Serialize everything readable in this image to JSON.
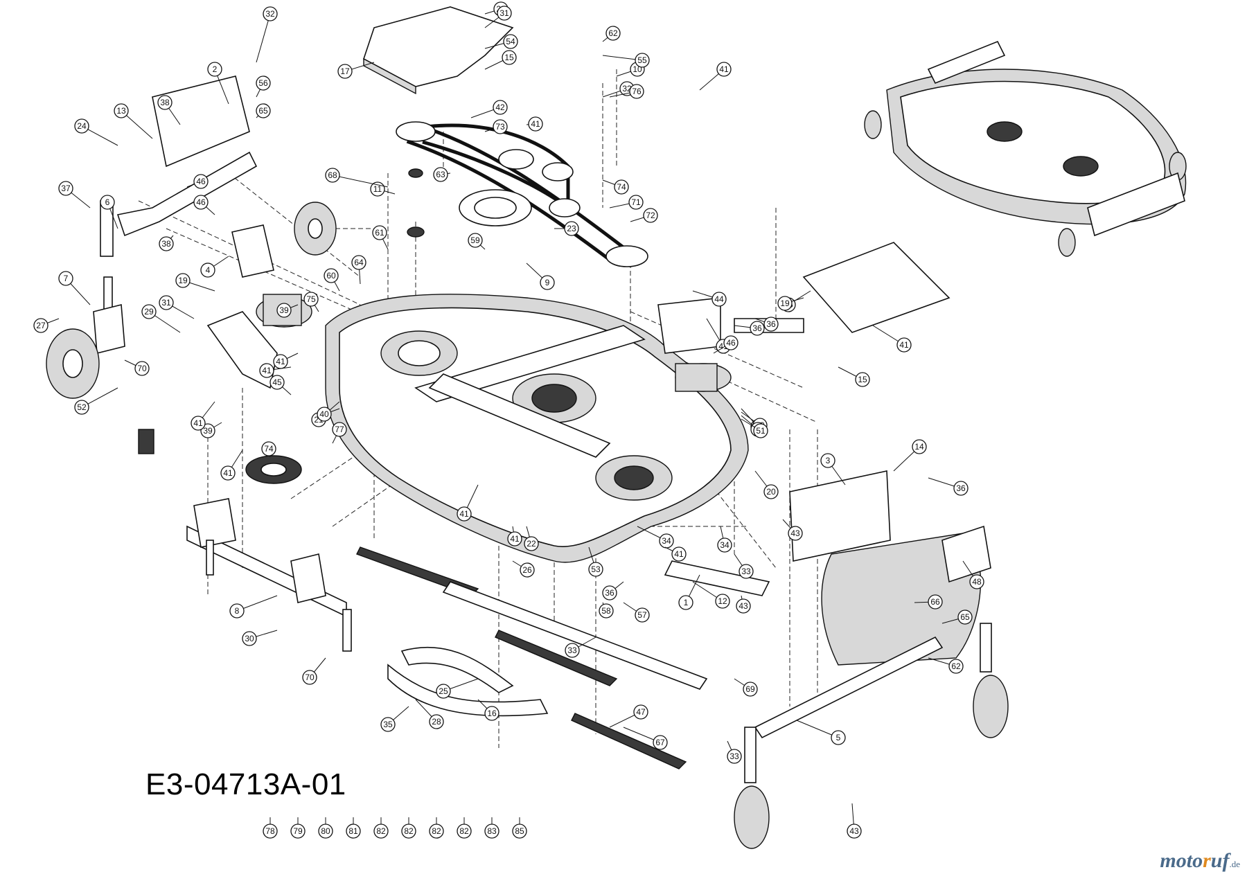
{
  "diagram": {
    "code": "E3-04713A-01",
    "brand": {
      "part1": "moto",
      "part2": "r",
      "part3": "uf",
      "suffix": ".de"
    },
    "callouts": [
      "1",
      "2",
      "3",
      "4",
      "5",
      "6",
      "7",
      "8",
      "9",
      "10",
      "11",
      "12",
      "13",
      "14",
      "15",
      "15",
      "15",
      "16",
      "17",
      "19",
      "19",
      "20",
      "21",
      "22",
      "23",
      "23",
      "24",
      "25",
      "26",
      "27",
      "28",
      "29",
      "30",
      "31",
      "31",
      "32",
      "32",
      "33",
      "33",
      "33",
      "34",
      "34",
      "35",
      "36",
      "36",
      "36",
      "36",
      "37",
      "38",
      "38",
      "39",
      "39",
      "40",
      "41",
      "41",
      "41",
      "41",
      "41",
      "41",
      "41",
      "41",
      "41",
      "41",
      "41",
      "42",
      "43",
      "43",
      "43",
      "44",
      "45",
      "46",
      "46",
      "46",
      "47",
      "48",
      "48",
      "49",
      "50",
      "51",
      "52",
      "53",
      "54",
      "55",
      "56",
      "57",
      "58",
      "59",
      "60",
      "61",
      "62",
      "62",
      "63",
      "64",
      "65",
      "65",
      "66",
      "67",
      "68",
      "69",
      "70",
      "70",
      "71",
      "72",
      "73",
      "74",
      "74",
      "75",
      "76",
      "77",
      "78",
      "79",
      "80",
      "81",
      "82",
      "82",
      "82",
      "82",
      "83",
      "85"
    ]
  }
}
